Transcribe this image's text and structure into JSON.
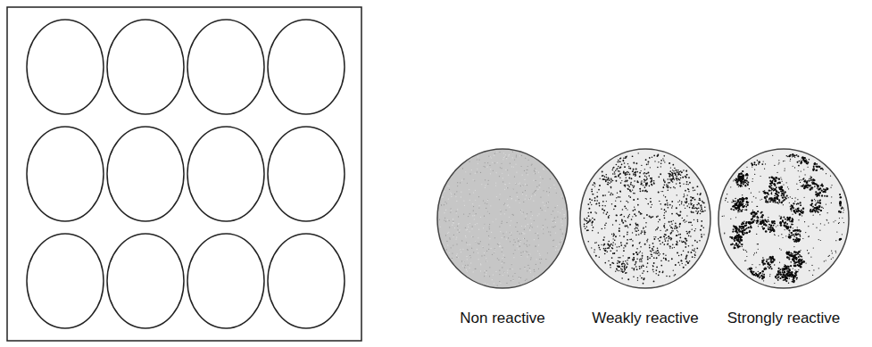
{
  "diagram": {
    "nodes": [
      {
        "text": [
          "Non reactive"
        ]
      },
      {
        "text": [
          "Weakly reactive"
        ]
      },
      {
        "text": [
          "Strongly reactive"
        ]
      }
    ]
  }
}
